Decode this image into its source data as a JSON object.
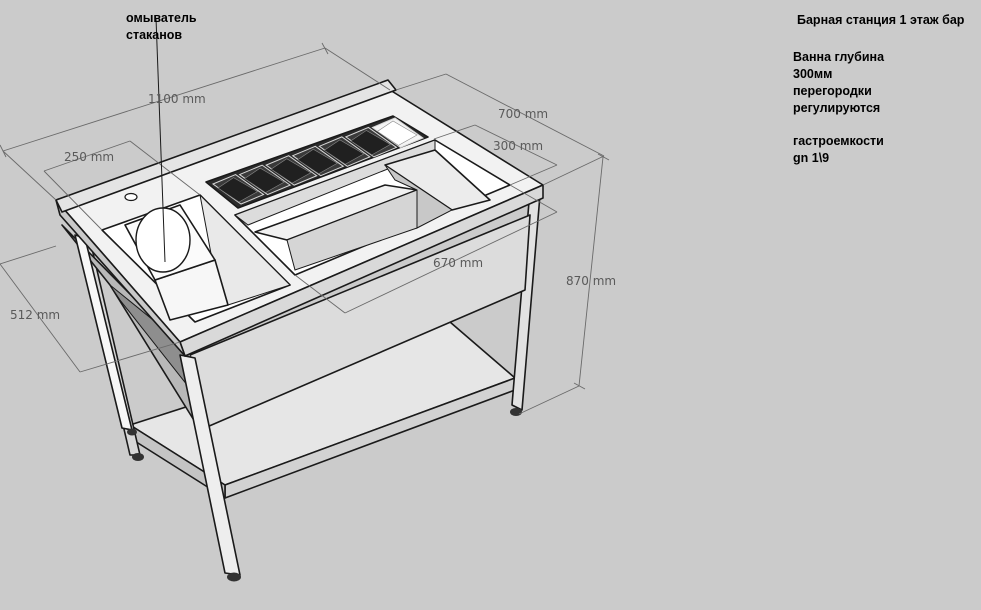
{
  "title": "Барная станция 1 этаж бар",
  "notes": {
    "bath": "Ванна глубина\n300мм\nперегородки\nрегулируются",
    "gastro": "гастроемкости\ngn 1\\9"
  },
  "callout": "омыватель\nстаканов",
  "dimensions": {
    "length": "1100 mm",
    "sink_width": "250 mm",
    "depth": "700 mm",
    "bath_width": "300 mm",
    "bath_length": "670 mm",
    "front_depth": "512 mm",
    "height": "870 mm"
  },
  "colors": {
    "background": "#cbcbcb",
    "surface": "#f2f2f2",
    "shadow": "#8e8e8e",
    "container": "#3a3a3a"
  }
}
